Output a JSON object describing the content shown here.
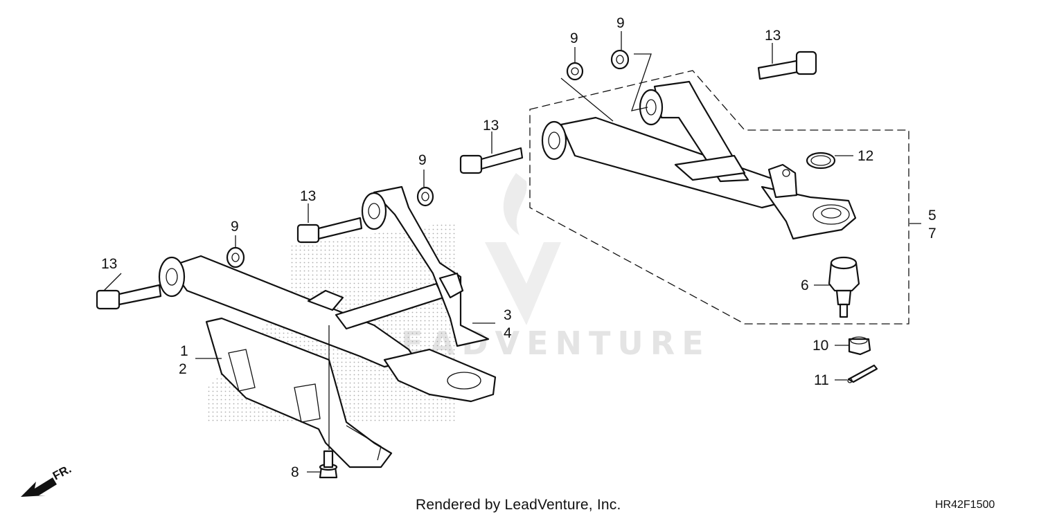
{
  "watermark_text": "LEADVENTURE",
  "direction_label": "FR.",
  "callouts": {
    "c1": "1",
    "c2": "2",
    "c3": "3",
    "c4": "4",
    "c5": "5",
    "c6": "6",
    "c7": "7",
    "c8": "8",
    "c9a": "9",
    "c9b": "9",
    "c9c": "9",
    "c9d": "9",
    "c10": "10",
    "c11": "11",
    "c12": "12",
    "c13a": "13",
    "c13b": "13",
    "c13c": "13",
    "c13d": "13"
  },
  "footer": {
    "credit": "Rendered by LeadVenture, Inc.",
    "code": "HR42F1500"
  },
  "colors": {
    "line": "#111111",
    "watermark": "#e4e4e4"
  }
}
